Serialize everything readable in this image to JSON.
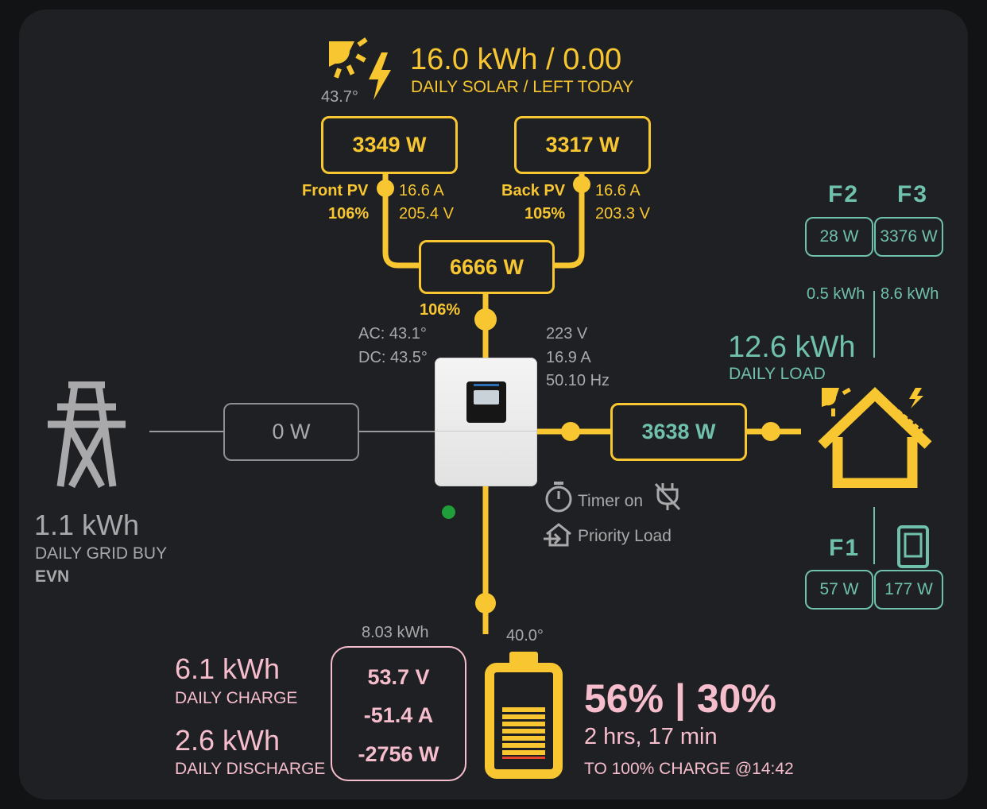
{
  "colors": {
    "solar": "#f8c630",
    "load": "#6fc0ad",
    "battery": "#f6bdcc",
    "grid": "#a9a9ab",
    "background": "#1f2023"
  },
  "solar": {
    "daily_value": "16.0 kWh / 0.00",
    "daily_label": "DAILY SOLAR / LEFT TODAY",
    "temperature": "43.7°",
    "total_power": "6666 W",
    "total_percent": "106%",
    "pv1": {
      "power": "3349 W",
      "name": "Front PV",
      "percent": "106%",
      "current": "16.6 A",
      "voltage": "205.4 V"
    },
    "pv2": {
      "power": "3317 W",
      "name": "Back PV",
      "percent": "105%",
      "current": "16.6 A",
      "voltage": "203.3 V"
    }
  },
  "inverter": {
    "ac_temp": "AC: 43.1°",
    "dc_temp": "DC: 43.5°",
    "voltage": "223 V",
    "current": "16.9 A",
    "frequency": "50.10 Hz",
    "timer_label": "Timer on",
    "priority_label": "Priority Load",
    "status": "online"
  },
  "grid": {
    "power": "0 W",
    "daily_value": "1.1 kWh",
    "daily_label": "DAILY GRID BUY",
    "provider": "EVN"
  },
  "load": {
    "power": "3638 W",
    "daily_value": "12.6 kWh",
    "daily_label": "DAILY LOAD",
    "f2": {
      "label": "F2",
      "power": "28 W",
      "energy": "0.5 kWh"
    },
    "f3": {
      "label": "F3",
      "power": "3376 W",
      "energy": "8.6 kWh"
    },
    "f1": {
      "label": "F1",
      "power": "57 W"
    },
    "f4": {
      "icon": "phone-icon",
      "power": "177 W"
    }
  },
  "battery": {
    "capacity": "8.03 kWh",
    "voltage": "53.7 V",
    "current": "-51.4 A",
    "power": "-2756 W",
    "temperature": "40.0°",
    "soc_text": "56% | 30%",
    "soc_level": 0.56,
    "time_remaining": "2 hrs, 17 min",
    "target_text": "TO 100% CHARGE @14:42",
    "daily_charge_value": "6.1 kWh",
    "daily_charge_label": "DAILY CHARGE",
    "daily_discharge_value": "2.6 kWh",
    "daily_discharge_label": "DAILY DISCHARGE"
  }
}
